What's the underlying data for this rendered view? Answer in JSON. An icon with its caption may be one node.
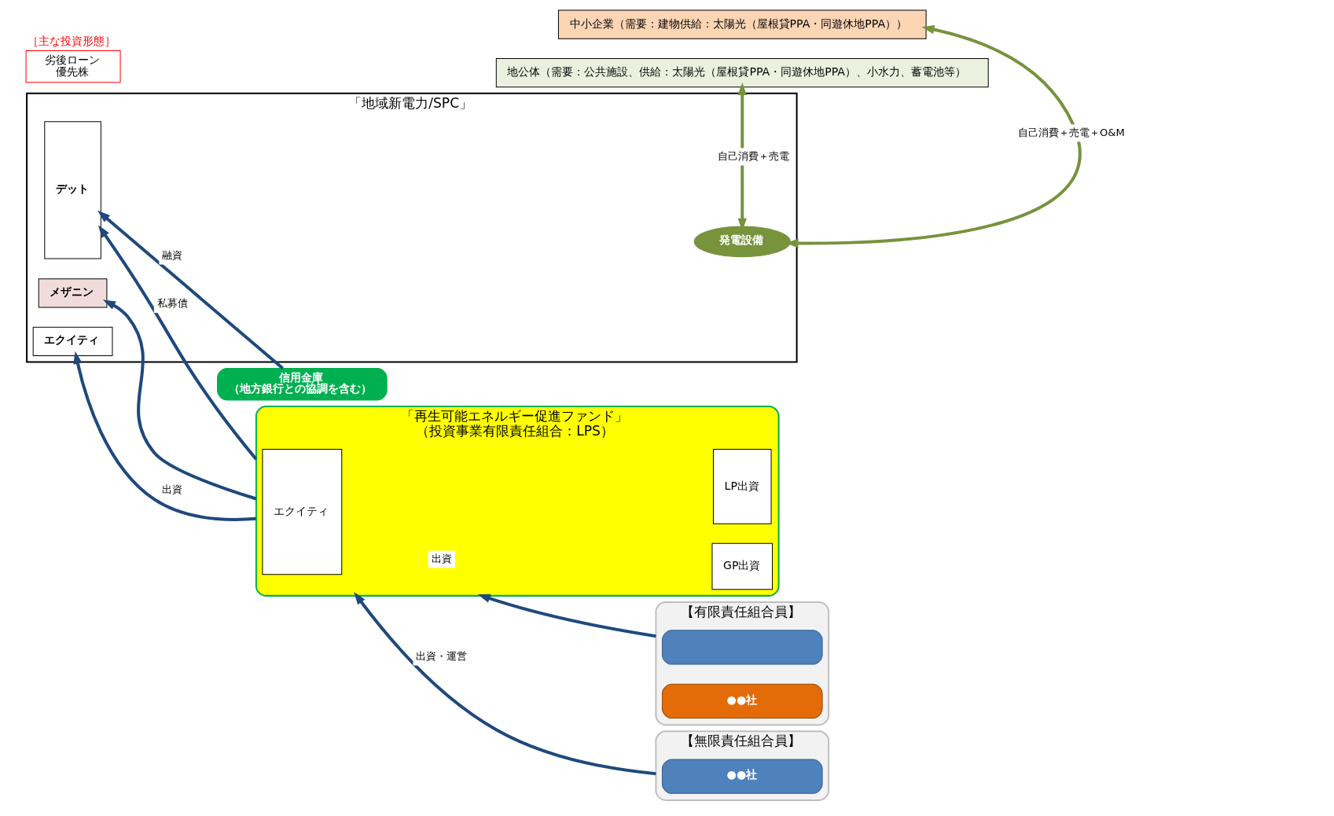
{
  "diagram": {
    "nodes": [
      {
        "text": [
          "「地域新電力/SPC」"
        ]
      },
      {
        "text": [
          "デット"
        ],
        "in": 0
      },
      {
        "text": [
          "メザニン"
        ],
        "in": 0
      },
      {
        "text": [
          "エクイティ"
        ],
        "in": 0
      },
      {
        "text": [
          "発電設備"
        ],
        "in": 0
      },
      {
        "text": [
          "信用金庫",
          "（地方銀行との協調を含む）"
        ]
      },
      {
        "text": [
          "「再生可能エネルギー促進ファンド」",
          "（投資事業有限責任組合：LPS）"
        ]
      },
      {
        "text": [
          "エクイティ"
        ],
        "in": 6
      },
      {
        "text": [
          "LP出資"
        ],
        "in": 6
      },
      {
        "text": [
          "GP出資"
        ],
        "in": 6
      },
      {
        "text": [
          "【有限責任組合員】"
        ]
      },
      {
        "text": [],
        "shape": "box",
        "in": 10
      },
      {
        "text": [
          "●●社"
        ],
        "in": 10
      },
      {
        "text": [
          "【無限責任組合員】"
        ]
      },
      {
        "text": [
          "●●社"
        ],
        "in": 13
      },
      {
        "text": [
          "地公体（需要：公共施設、供給：太陽光（屋根貸PPA・同遊休地PPA）、小水力、蓄電池等）"
        ]
      },
      {
        "text": [
          "中小企業（需要：建物供給：太陽光（屋根貸PPA・同遊休地PPA））"
        ]
      },
      {
        "text": [
          "劣後ローン",
          "優先株"
        ],
        "beside": [
          "［主な投資形態］"
        ]
      }
    ],
    "edges": [
      {
        "from": 5,
        "to": 1,
        "arrow": "to",
        "label": "融資"
      },
      {
        "from": 6,
        "to": 1,
        "arrow": "to",
        "label": "私募債"
      },
      {
        "from": 6,
        "to": 2,
        "arrow": "to"
      },
      {
        "from": 6,
        "to": 3,
        "arrow": "to",
        "label": "出資"
      },
      {
        "from": 10,
        "to": 6,
        "arrow": "to",
        "label": "出資"
      },
      {
        "from": 13,
        "to": 6,
        "arrow": "to",
        "label": "出資・運営"
      },
      {
        "from": 4,
        "to": 15,
        "arrow": "both",
        "label": "自己消費＋売電",
        "color": "#77933c"
      },
      {
        "from": 4,
        "to": 16,
        "arrow": "both",
        "label": "自己消費＋売電＋O&M",
        "color": "#77933c"
      }
    ]
  }
}
